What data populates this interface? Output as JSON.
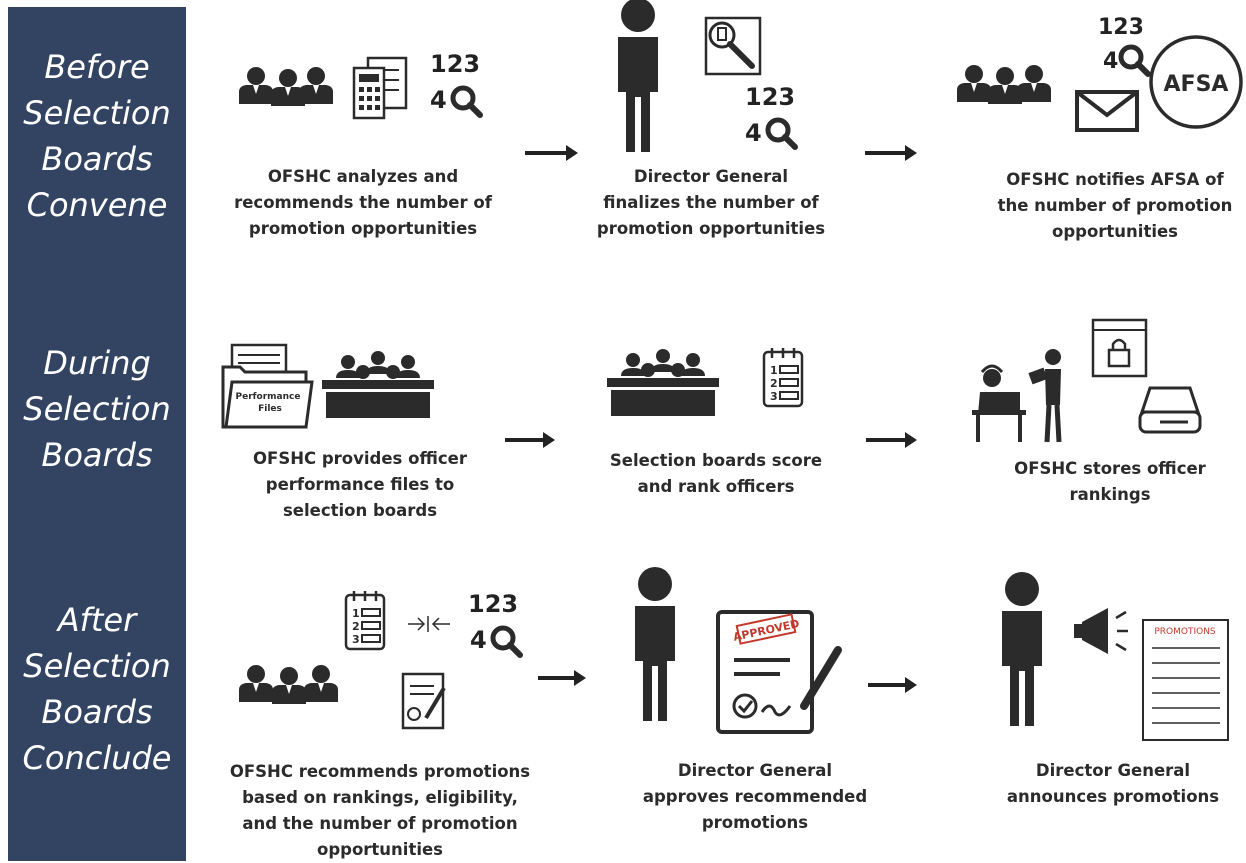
{
  "phases": [
    {
      "lines": [
        "Before",
        "Selection",
        "Boards",
        "Convene"
      ]
    },
    {
      "lines": [
        "During",
        "Selection",
        "Boards"
      ]
    },
    {
      "lines": [
        "After",
        "Selection",
        "Boards",
        "Conclude"
      ]
    }
  ],
  "steps": {
    "before": [
      {
        "lines": [
          "OFSHC analyzes and",
          "recommends the number of",
          "promotion opportunities"
        ]
      },
      {
        "lines": [
          "Director General",
          "finalizes the number of",
          "promotion opportunities"
        ]
      },
      {
        "lines": [
          "OFSHC notifies AFSA of",
          "the number of promotion",
          "opportunities"
        ]
      }
    ],
    "during": [
      {
        "lines": [
          "OFSHC provides officer",
          "performance files to",
          "selection boards"
        ]
      },
      {
        "lines": [
          "Selection boards score",
          "and rank officers"
        ]
      },
      {
        "lines": [
          "OFSHC stores officer",
          "rankings"
        ]
      }
    ],
    "after": [
      {
        "lines": [
          "OFSHC recommends promotions",
          "based on rankings, eligibility,",
          "and the number of promotion",
          "opportunities"
        ]
      },
      {
        "lines": [
          "Director General",
          "approves recommended",
          "promotions"
        ]
      },
      {
        "lines": [
          "Director General",
          "announces promotions"
        ]
      }
    ]
  },
  "icon_text": {
    "num_top": "123",
    "num_bottom": "4",
    "afsa": "AFSA",
    "performance_files": [
      "Performance",
      "Files"
    ],
    "approved": "APPROVED",
    "promotions": "PROMOTIONS",
    "rank_nums": [
      "1",
      "2",
      "3"
    ]
  },
  "colors": {
    "sidebar": "#334463",
    "icon": "#2b2b2b",
    "stamp": "#c0392b"
  }
}
